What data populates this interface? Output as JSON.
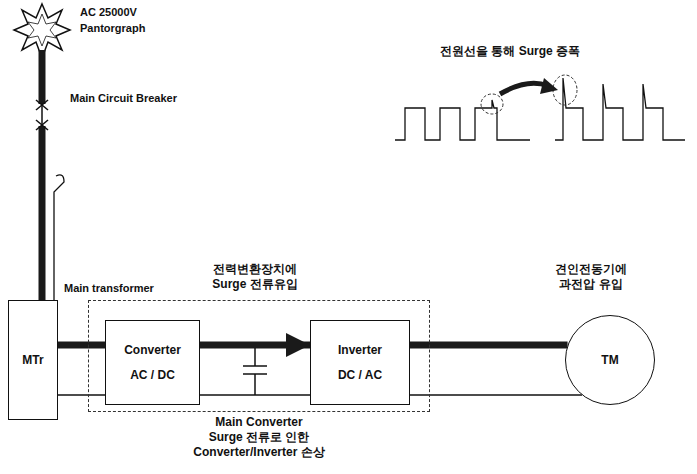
{
  "diagram": {
    "nodes": [
      {
        "text": [
          "MTr"
        ]
      },
      {
        "text": [
          "Main Converter",
          "Surge 전류로 인한 Converter/Inverter 손상"
        ]
      },
      {
        "text": [
          "Converter",
          "AC / DC"
        ],
        "in": 1
      },
      {
        "text": [
          "Inverter",
          "DC / AC"
        ],
        "in": 1
      },
      {
        "text": [
          "TM"
        ]
      }
    ],
    "edges": [
      {
        "from": 0,
        "to": 2,
        "arrow": "none"
      },
      {
        "from": 2,
        "to": 3,
        "arrow": "to"
      },
      {
        "from": 3,
        "to": 4,
        "arrow": "none"
      }
    ],
    "labels": [
      "AC 25000V",
      "Pantorgraph",
      "Main Circuit Breaker",
      "전원선을 통해 Surge 증폭",
      "Main transformer",
      "전력변환장치에 Surge 전류유입",
      "견인전동기에 과전압 유입"
    ]
  }
}
